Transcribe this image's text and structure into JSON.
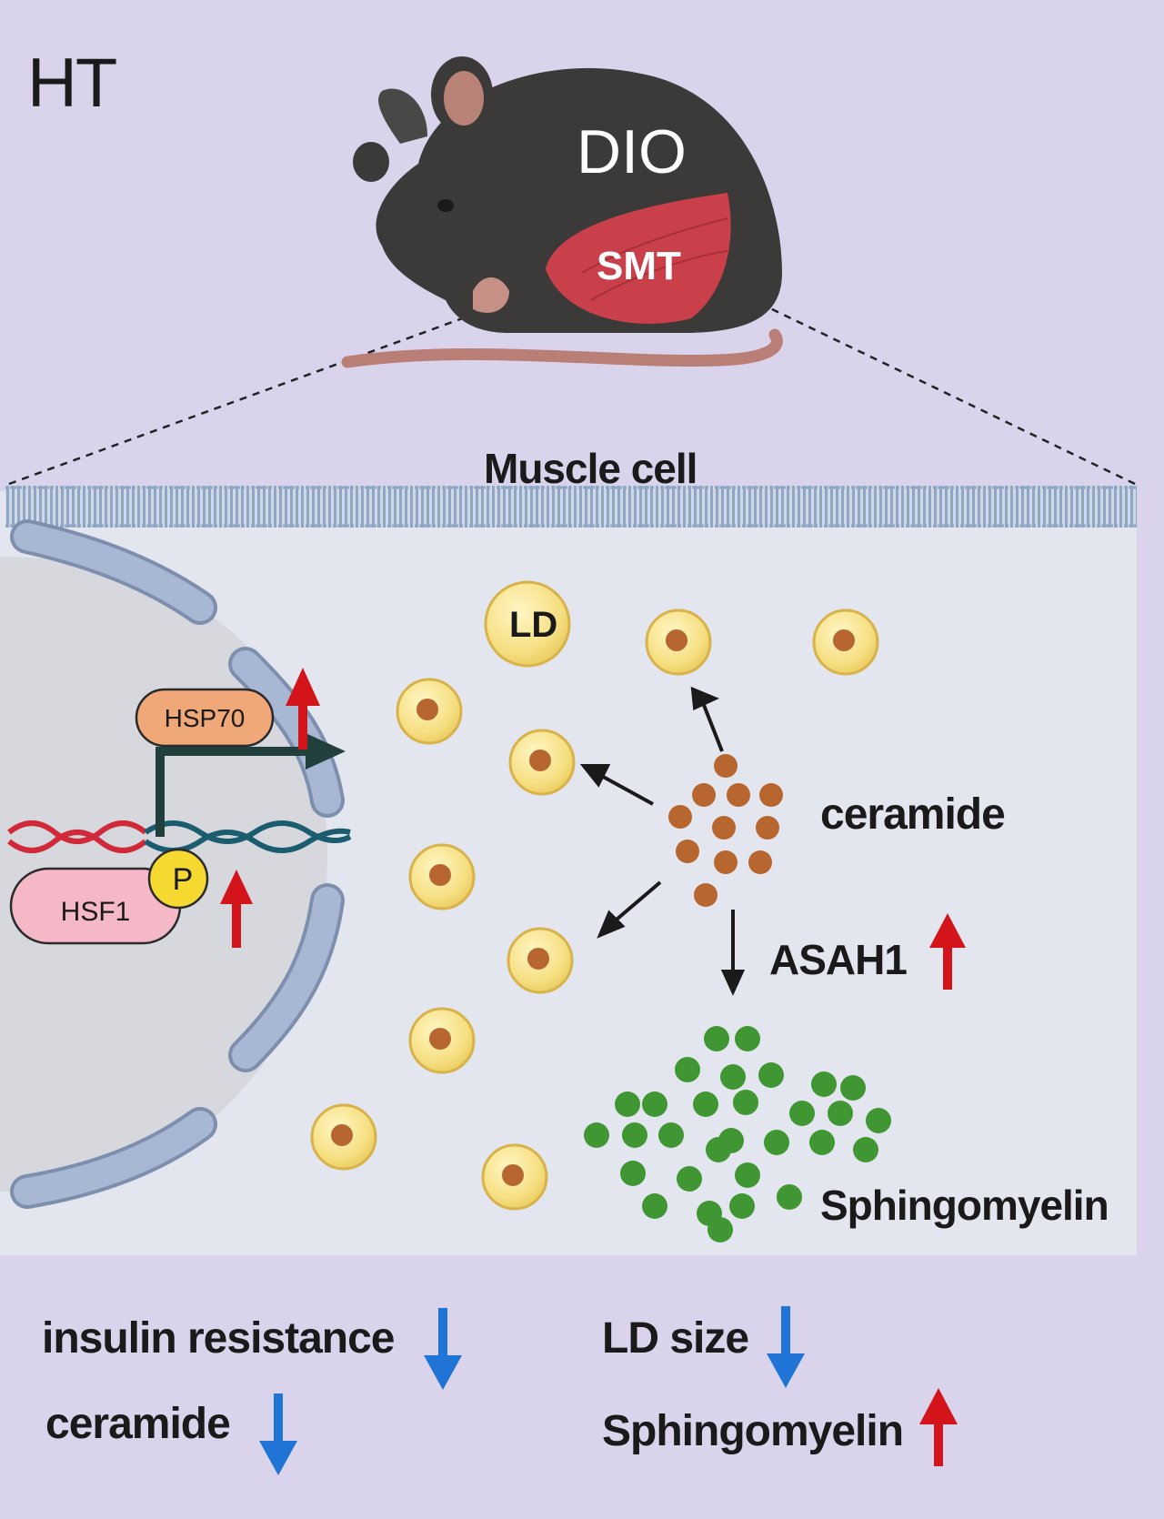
{
  "panel_label": "HT",
  "mouse": {
    "label": "DIO",
    "tissue_label": "SMT"
  },
  "cell": {
    "title": "Muscle cell",
    "lipid_droplet_label": "LD",
    "hsp70_label": "HSP70",
    "hsf1_label": "HSF1",
    "phospho_label": "P",
    "ceramide_label": "ceramide",
    "enzyme_label": "ASAH1",
    "sphingomyelin_label": "Sphingomyelin"
  },
  "outcomes": [
    {
      "label": "insulin resistance",
      "direction": "down"
    },
    {
      "label": "ceramide",
      "direction": "down"
    },
    {
      "label": "LD size",
      "direction": "down"
    },
    {
      "label": "Sphingomyelin",
      "direction": "up"
    }
  ],
  "colors": {
    "background": "#d9d4ec",
    "cell_background": "#e3e6ee",
    "up_arrow": "#d4141b",
    "down_arrow": "#1f74d6",
    "lipid_droplet": "#f6df82",
    "ceramide": "#b8662f",
    "sphingomyelin": "#3f9632",
    "hsp70": "#f0a878",
    "hsf1": "#f4b8c6"
  }
}
